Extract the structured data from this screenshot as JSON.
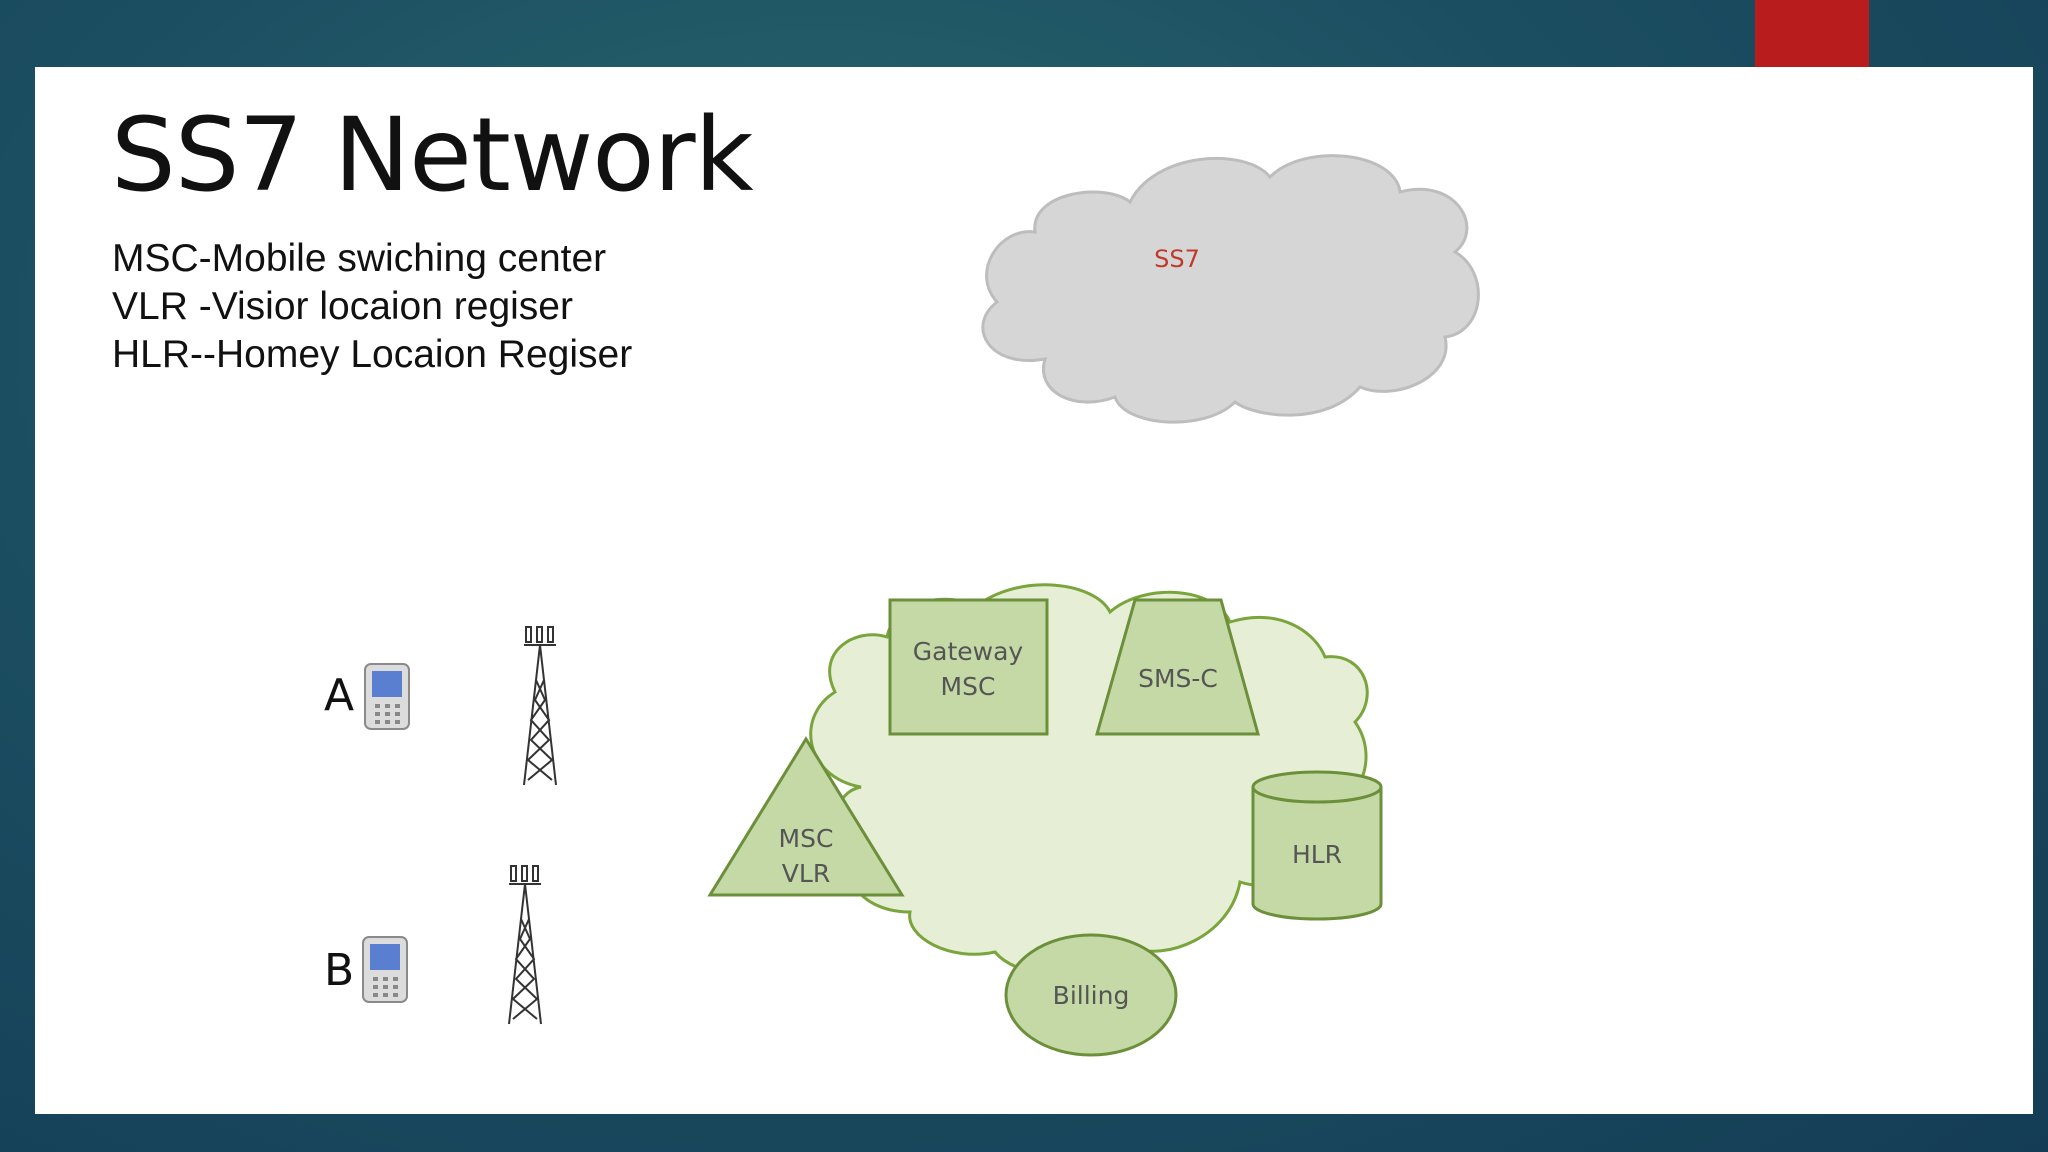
{
  "slide": {
    "title": "SS7 Network",
    "legend": [
      "MSC-Mobile swiching center",
      "VLR -Visior locaion regiser",
      "HLR--Homey Locaion Regiser"
    ]
  },
  "diagram": {
    "cloud_label": "SS7",
    "phone_a": "A",
    "phone_b": "B",
    "gateway": [
      "Gateway",
      "MSC"
    ],
    "smsc": "SMS-C",
    "msc_vlr": [
      "MSC",
      "VLR"
    ],
    "hlr": "HLR",
    "billing": "Billing"
  },
  "colors": {
    "accent": "#b91c1c",
    "node_fill": "#c5d9a6",
    "node_stroke": "#7aa53c",
    "core_cloud_fill": "#e6efd6",
    "ss7_cloud_fill": "#d6d6d6",
    "ss7_label": "#c0392b",
    "phone_screen": "#5b7fd0"
  },
  "icons": [
    "mobile-phone-icon",
    "cell-tower-icon"
  ]
}
